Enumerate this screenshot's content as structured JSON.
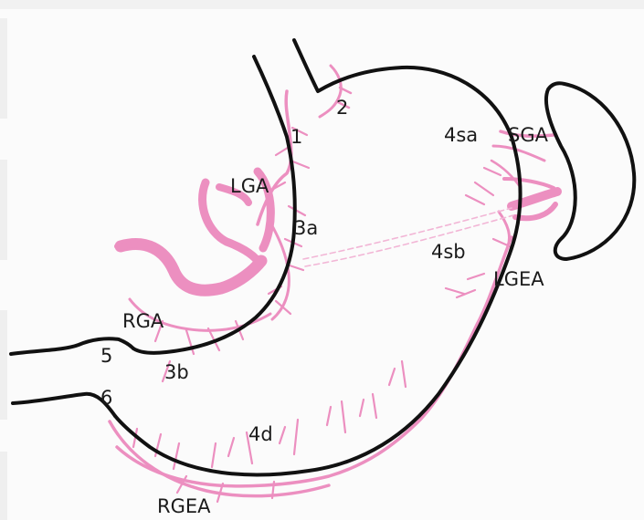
{
  "diagram": {
    "labels": {
      "station_1": "1",
      "station_2": "2",
      "station_3a": "3a",
      "station_3b": "3b",
      "station_4sa": "4sa",
      "station_4sb": "4sb",
      "station_4d": "4d",
      "station_5": "5",
      "station_6": "6",
      "lga": "LGA",
      "sga": "SGA",
      "lgea": "LGEA",
      "rga": "RGA",
      "rgea": "RGEA"
    },
    "colors": {
      "outline": "#111111",
      "vessel": "#ec8fc0",
      "vessel_dark": "#e27cb4",
      "background": "#fbfbfb"
    }
  }
}
